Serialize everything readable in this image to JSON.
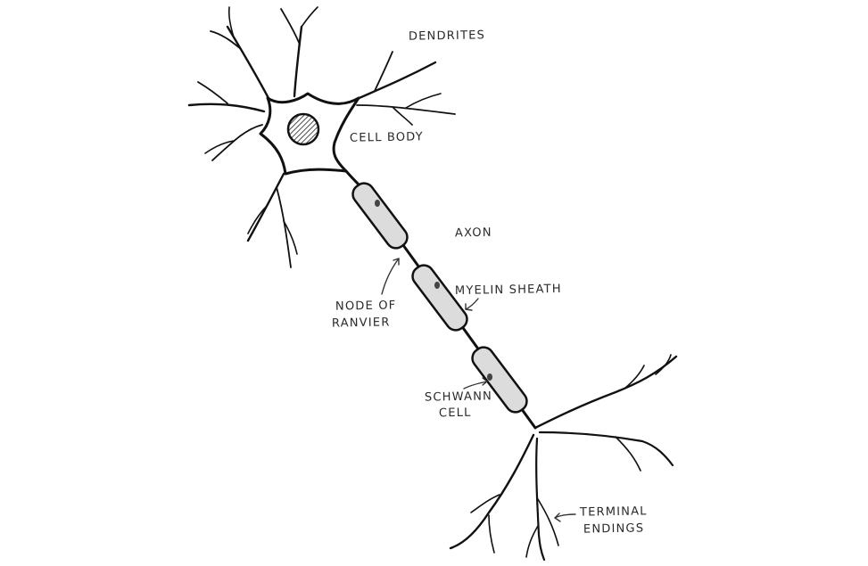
{
  "labels": {
    "dendrites": "DENDRITES",
    "cell_body": "CELL BODY",
    "axon": "AXON",
    "node_of_ranvier_line1": "NODE OF",
    "node_of_ranvier_line2": "RANVIER",
    "myelin_sheath": "MYELIN SHEATH",
    "schwann_cell_line1": "SCHWANN",
    "schwann_cell_line2": "CELL",
    "terminal_endings_line1": "TERMINAL",
    "terminal_endings_line2": "ENDINGS"
  },
  "colors": {
    "ink": "#111111",
    "label": "#2a2a2a",
    "sheath_fill": "#d9d9d9",
    "nucleus_fill": "#5a5a5a",
    "background": "#ffffff"
  },
  "icons": [
    "neuron-illustration",
    "nucleus-icon",
    "arrow-icon"
  ]
}
